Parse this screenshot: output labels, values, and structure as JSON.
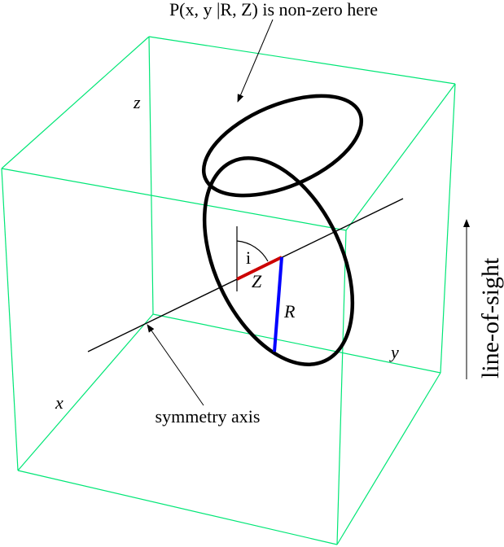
{
  "annotations": {
    "nonzero_label": "P(x, y |R, Z) is non-zero here",
    "symmetry_axis_label": "symmetry axis",
    "line_of_sight_label": "line-of-sight"
  },
  "axis_labels": {
    "x": "x",
    "y": "y",
    "z": "z"
  },
  "quantity_labels": {
    "R": "R",
    "Z": "Z",
    "inclination": "i"
  },
  "colors": {
    "box_edges": "#00e676",
    "rings": "#000000",
    "Z_segment": "#cc0000",
    "R_segment": "#0000ff"
  }
}
